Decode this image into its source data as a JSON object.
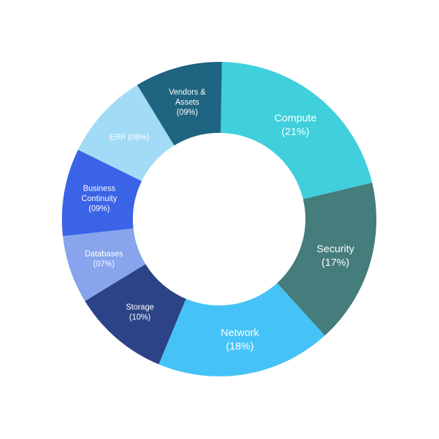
{
  "chart_data": {
    "type": "pie",
    "variant": "donut",
    "categories": [
      "Compute",
      "Security",
      "Network",
      "Storage",
      "Databases",
      "Business Continuity",
      "ERP",
      "Vendors & Assets"
    ],
    "values": [
      21,
      17,
      18,
      10,
      7,
      9,
      9,
      9
    ],
    "labels": [
      {
        "name_lines": [
          "Compute"
        ],
        "pct": "(21%)"
      },
      {
        "name_lines": [
          "Security"
        ],
        "pct": "(17%)"
      },
      {
        "name_lines": [
          "Network"
        ],
        "pct": "(18%)"
      },
      {
        "name_lines": [
          "Storage"
        ],
        "pct": "(10%)"
      },
      {
        "name_lines": [
          "Databases"
        ],
        "pct": "(07%)"
      },
      {
        "name_lines": [
          "Business",
          "Continuity"
        ],
        "pct": "(09%)"
      },
      {
        "name_lines": [
          "ERP (09%)"
        ],
        "pct": ""
      },
      {
        "name_lines": [
          "Vendors &",
          "Assets"
        ],
        "pct": "(09%)"
      }
    ],
    "colors": [
      "#40CFDC",
      "#447D7B",
      "#46C3F6",
      "#2C4487",
      "#87A4EC",
      "#3B63E6",
      "#A2DBF5",
      "#1F6480"
    ],
    "title": "",
    "legend": "none"
  }
}
